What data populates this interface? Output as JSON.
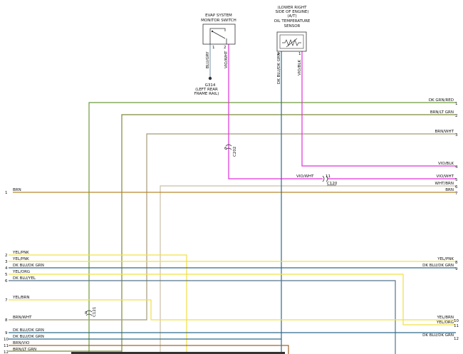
{
  "colors": {
    "dk_grn_red": "#6e9a3c",
    "brn_lt_grn": "#7c8a3a",
    "brn_wht": "#a59a78",
    "brn": "#b7862a",
    "vio": "#e030d8",
    "wht_brn": "#cbbfa8",
    "yel": "#f1e044",
    "dk_blu_dk_grn": "#2f6a8a",
    "dk_blu_yel": "#56758a",
    "brn_vio": "#a0642c",
    "blu_gry": "#8aa0b4",
    "ground": "#444444"
  },
  "components": {
    "evap": {
      "line1": "EVAP SYSTEM",
      "line2": "MONITOR SWITCH",
      "pin2": "2",
      "pin1": "1"
    },
    "oil": {
      "line1": "(LOWER RIGHT",
      "line2": "SIDE OF ENGINE)",
      "line3": "(A/T)",
      "line4": "OIL TEMPERATURE",
      "line5": "SENSOR",
      "pin2": "2",
      "pin1": "1"
    },
    "ground": {
      "id": "G314",
      "loc1": "(LEFT REAR",
      "loc2": "FRAME RAIL)"
    }
  },
  "wires": {
    "blu_gry": "BLU/GRY",
    "vio_wht": "VIO/WHT",
    "dk_blu_dk_grn": "DK BLU/DK GRN",
    "vio_blk": "VIO/BLK"
  },
  "connectors": {
    "c202_pin": "6",
    "c202": "C202",
    "c120_pin": "11",
    "c120": "C120",
    "c121_pin": "8",
    "c121": "C121"
  },
  "right_labels": [
    {
      "label": "DK GRN/RED",
      "num": "1"
    },
    {
      "label": "BRN/LT GRN",
      "num": "2"
    },
    {
      "label": "BRN/WHT",
      "num": "3"
    },
    {
      "label": "VIO/BLK",
      "num": "4"
    },
    {
      "label": "VIO/WHT",
      "num": "5"
    },
    {
      "label": "WHT/BRN",
      "num": "6"
    },
    {
      "label": "BRN",
      "num": "7"
    },
    {
      "label": "YEL/PNK",
      "num": "8"
    },
    {
      "label": "DK BLU/DK GRN",
      "num": "9"
    },
    {
      "label": "YEL/BRN",
      "num": "10"
    },
    {
      "label": "YEL/ORG",
      "num": "11"
    },
    {
      "label": "DK BLU/DK GRN",
      "num": "12"
    }
  ],
  "mid_labels": {
    "vio_wht": "VIO/WHT"
  },
  "left_labels": [
    {
      "num": "1",
      "label": "BRN"
    },
    {
      "num": "2",
      "label": "YEL/PNK"
    },
    {
      "num": "3",
      "label": "YEL/PNK"
    },
    {
      "num": "4",
      "label": "DK BLU/DK GRN"
    },
    {
      "num": "5",
      "label": "YEL/ORG"
    },
    {
      "num": "6",
      "label": "DK BLU/YEL"
    },
    {
      "num": "7",
      "label": "YEL/BRN"
    },
    {
      "num": "8",
      "label": "BRN/WHT"
    },
    {
      "num": "9",
      "label": "DK BLU/DK GRN"
    },
    {
      "num": "10",
      "label": "DK BLU/DK GRN"
    },
    {
      "num": "11",
      "label": "BRN/VIO"
    },
    {
      "num": "12",
      "label": "BRN/LT GRN"
    }
  ]
}
